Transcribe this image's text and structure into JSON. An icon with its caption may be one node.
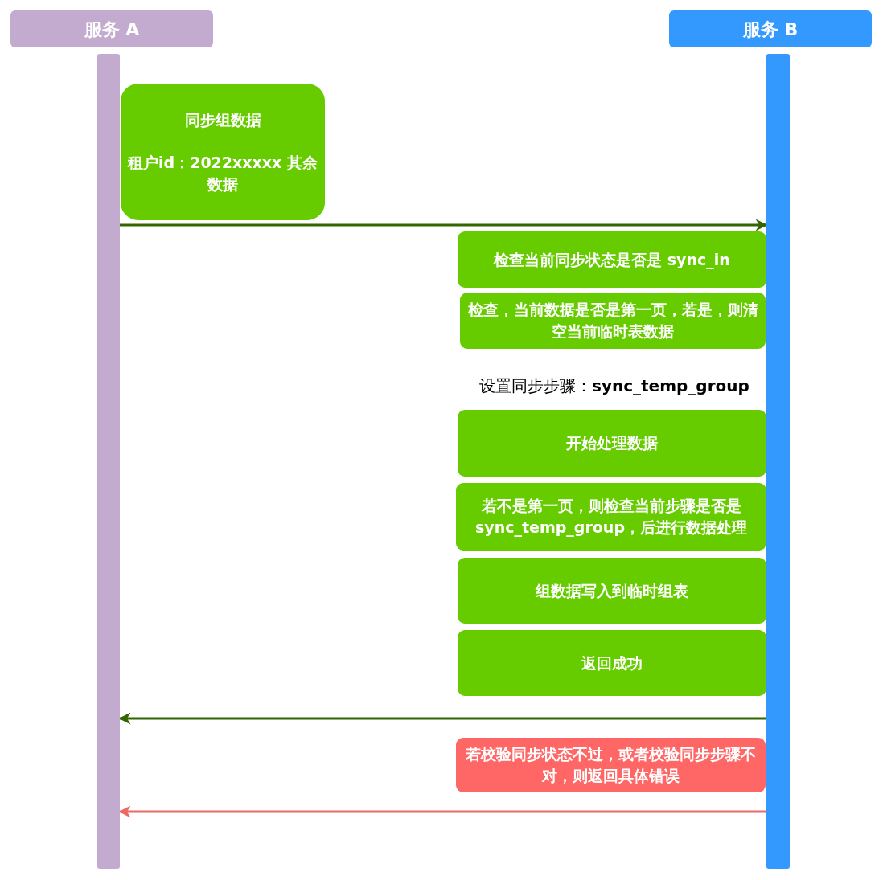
{
  "diagram": {
    "nodes": [
      {
        "text": [
          "服务 A"
        ]
      },
      {
        "text": [
          "服务 B"
        ]
      },
      {
        "text": [],
        "shape": "bar"
      },
      {
        "text": [],
        "shape": "bar"
      },
      {
        "text": [
          "同步组数据",
          "租户id：2022xxxxx 其余数据"
        ]
      },
      {
        "text": [
          "检查当前同步状态是否是 sync_in"
        ]
      },
      {
        "text": [
          "检查，当前数据是否是第一页，若是，则清空当前临时表数据"
        ]
      },
      {
        "text": [
          "开始处理数据"
        ]
      },
      {
        "text": [
          "若不是第一页，则检查当前步骤是否是 sync_temp_group，后进行数据处理"
        ]
      },
      {
        "text": [
          "组数据写入到临时组表"
        ]
      },
      {
        "text": [
          "返回成功"
        ]
      },
      {
        "text": [
          "若校验同步状态不过，或者校验同步步骤不对，则返回具体错误"
        ]
      }
    ],
    "edges": [
      {
        "from": 2,
        "to": 3,
        "arrow": "to"
      },
      {
        "from": 3,
        "to": 2,
        "arrow": "to"
      },
      {
        "from": 3,
        "to": 2,
        "arrow": "to",
        "color": "#ea6b66"
      }
    ],
    "labels": [
      "设置同步步骤：**sync_temp_group**"
    ]
  }
}
